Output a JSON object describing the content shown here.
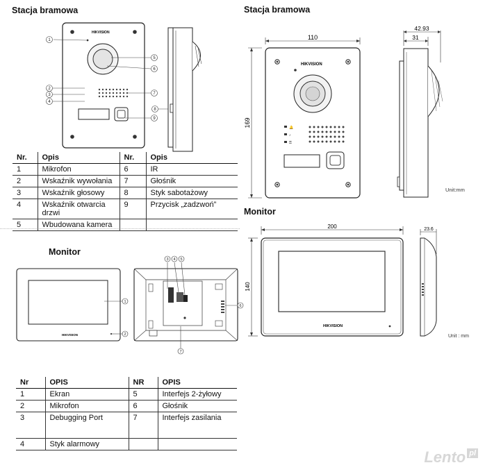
{
  "headings": {
    "door_station_left": "Stacja bramowa",
    "door_station_right": "Stacja bramowa",
    "monitor_left": "Monitor",
    "monitor_right": "Monitor"
  },
  "brand_logo": "HIKVISION",
  "dimensions": {
    "door_width": "110",
    "door_height": "169",
    "door_depth_total": "42.93",
    "door_depth_body": "31",
    "monitor_width": "200",
    "monitor_height": "140",
    "monitor_depth": "23.6",
    "unit_door": "Unit:mm",
    "unit_monitor": "Unit : mm"
  },
  "callouts": {
    "door_front": [
      "1",
      "2",
      "3",
      "4",
      "5",
      "6",
      "7",
      "8",
      "9"
    ],
    "monitor_front": [
      "1",
      "2"
    ],
    "monitor_back": [
      "3",
      "4",
      "5",
      "6",
      "7"
    ]
  },
  "door_table": {
    "headers": [
      "Nr.",
      "Opis",
      "Nr.",
      "Opis"
    ],
    "rows": [
      [
        "1",
        "Mikrofon",
        "6",
        "IR"
      ],
      [
        "2",
        "Wskaźnik wywołania",
        "7",
        "Głośnik"
      ],
      [
        "3",
        "Wskaźnik głosowy",
        "8",
        "Styk sabotażowy"
      ],
      [
        "4",
        "Wskaźnik otwarcia drzwi",
        "9",
        "Przycisk „zadzwoń”"
      ],
      [
        "5",
        "Wbudowana kamera",
        "",
        ""
      ]
    ]
  },
  "monitor_table": {
    "headers": [
      "Nr",
      "OPIS",
      "NR",
      "OPIS"
    ],
    "rows": [
      [
        "1",
        "Ekran",
        "5",
        "Interfejs 2-żyłowy"
      ],
      [
        "2",
        "Mikrofon",
        "6",
        "Głośnik"
      ],
      [
        "3",
        "Debugging Port",
        "7",
        "Interfejs zasilania"
      ],
      [
        "4",
        "Styk alarmowy",
        "",
        ""
      ]
    ]
  },
  "watermark": {
    "text": "Lento",
    "badge": "pl"
  }
}
